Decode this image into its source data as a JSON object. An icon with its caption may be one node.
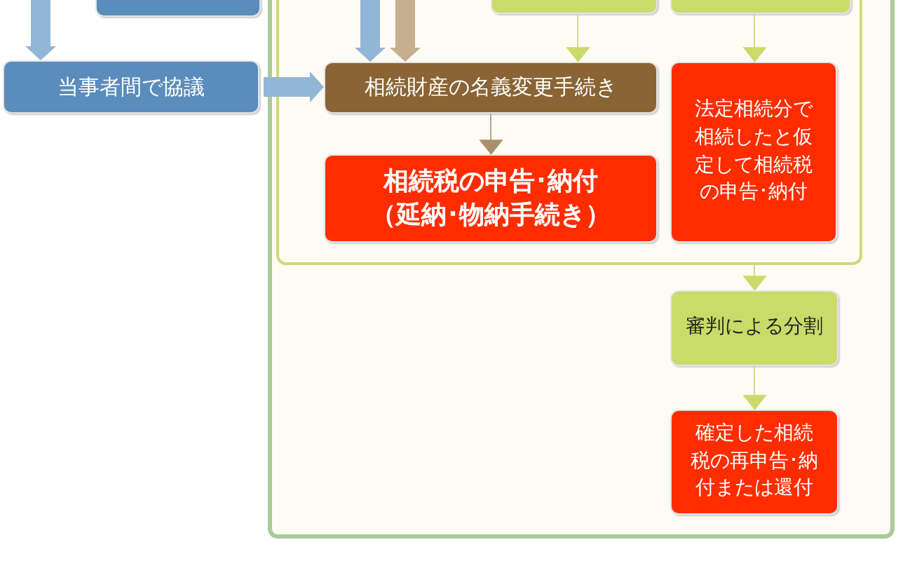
{
  "diagram": {
    "nodes": [
      {
        "text": [],
        "shape": "box"
      },
      {
        "text": [],
        "shape": "box",
        "in": 0
      },
      {
        "text": [],
        "shape": "box"
      },
      {
        "text": [],
        "shape": "box",
        "in": 1
      },
      {
        "text": [],
        "shape": "box",
        "in": 1
      },
      {
        "text": [
          "当事者間で協議"
        ]
      },
      {
        "text": [
          "相続財産の名義変更手続き"
        ],
        "in": 1
      },
      {
        "text": [
          "相続税の申告･納付",
          "（延納･物納手続き）"
        ],
        "in": 1
      },
      {
        "text": [
          "法定相続分で相続したと仮定して相続税の申告･納付"
        ],
        "in": 1
      },
      {
        "text": [
          "審判による分割"
        ],
        "in": 0
      },
      {
        "text": [
          "確定した相続税の再申告･納付または還付"
        ],
        "in": 0
      }
    ],
    "edges": [
      {
        "from": null,
        "to": 5,
        "arrow": "to",
        "style": "thick",
        "color": "#92b6d6"
      },
      {
        "from": 5,
        "to": 6,
        "arrow": "to",
        "style": "thick",
        "color": "#92b6d6"
      },
      {
        "from": null,
        "to": 6,
        "arrow": "to",
        "style": "thick",
        "color": "#92b6d6"
      },
      {
        "from": null,
        "to": 6,
        "arrow": "to",
        "style": "thick",
        "color": "#c6ae8e"
      },
      {
        "from": 3,
        "to": 6,
        "arrow": "to"
      },
      {
        "from": 4,
        "to": 8,
        "arrow": "to"
      },
      {
        "from": 6,
        "to": 7,
        "arrow": "to",
        "color": "#a8906e"
      },
      {
        "from": 1,
        "to": 9,
        "arrow": "to"
      },
      {
        "from": 9,
        "to": 10,
        "arrow": "to"
      }
    ]
  }
}
